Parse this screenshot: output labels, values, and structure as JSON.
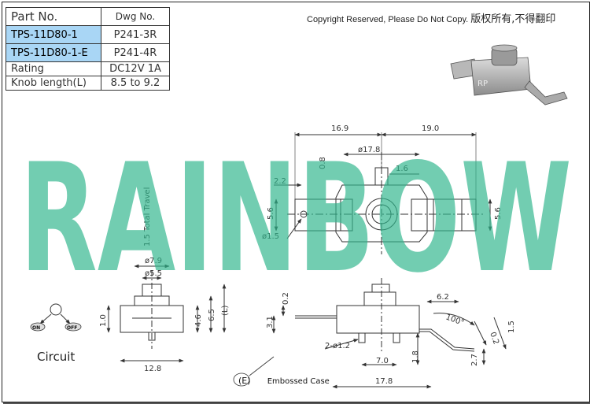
{
  "spec_table": {
    "header": {
      "part": "Part No.",
      "dwg": "Dwg No."
    },
    "parts": [
      {
        "part": "TPS-11D80-1",
        "dwg": "P241-3R"
      },
      {
        "part": "TPS-11D80-1-E",
        "dwg": "P241-4R"
      }
    ],
    "specs": [
      {
        "label": "Rating",
        "value": "DC12V 1A"
      },
      {
        "label": "Knob length(L)",
        "value": "8.5 to 9.2"
      }
    ]
  },
  "copyright": {
    "en": "Copyright Reserved, Please Do Not Copy.",
    "cn": "版权所有,不得翻印"
  },
  "watermark": "RAINBOW",
  "render_label": "RP",
  "top_view": {
    "dim_total_left": "16.9",
    "dim_total_right": "19.0",
    "dim_ring": "ø17.8",
    "dim_slot": "0.8",
    "dim_hole_offset": "1.6",
    "dim_tab": "2.2",
    "dim_tab_height_left": "5.6",
    "dim_tab_height_right": "5.6",
    "dim_travel": "1.5 Total Travel",
    "dim_pin_hole": "ø1.5"
  },
  "side_view": {
    "dim_knob_outer": "ø7.9",
    "dim_knob_inner": "ø5.5",
    "dim_base": "1.0",
    "dim_a": "4.6",
    "dim_b": "6.5",
    "dim_l": "(L)",
    "dim_width": "12.8"
  },
  "front_view": {
    "dim_a": "0.2",
    "dim_b": "3.1",
    "dim_holes": "2-ø1.2",
    "dim_pitch": "7.0",
    "dim_leg": "1.8",
    "dim_total": "17.8",
    "dim_term": "6.2",
    "dim_angle": "100°",
    "dim_c": "0.2",
    "dim_d": "1.5",
    "dim_e": "2.7"
  },
  "circuit": {
    "label": "Circuit",
    "on": "ON",
    "off": "OFF"
  },
  "embossed": {
    "marker": "(E)",
    "text": "Embossed Case"
  }
}
